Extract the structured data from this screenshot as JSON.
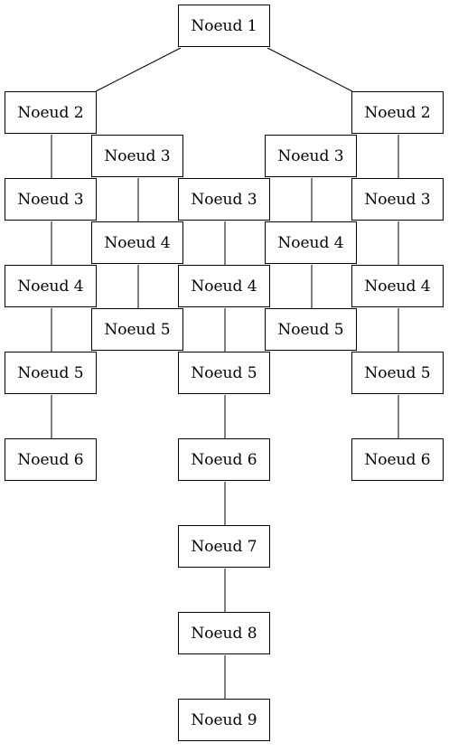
{
  "diagram": {
    "nodes": [
      {
        "id": "n1",
        "label": "Noeud 1"
      },
      {
        "id": "n2L",
        "label": "Noeud 2"
      },
      {
        "id": "n2R",
        "label": "Noeud 2"
      },
      {
        "id": "n3aL",
        "label": "Noeud 3"
      },
      {
        "id": "n3aR",
        "label": "Noeud 3"
      },
      {
        "id": "n3L",
        "label": "Noeud 3"
      },
      {
        "id": "n3C",
        "label": "Noeud 3"
      },
      {
        "id": "n3R",
        "label": "Noeud 3"
      },
      {
        "id": "n4aL",
        "label": "Noeud 4"
      },
      {
        "id": "n4aR",
        "label": "Noeud 4"
      },
      {
        "id": "n4L",
        "label": "Noeud 4"
      },
      {
        "id": "n4C",
        "label": "Noeud 4"
      },
      {
        "id": "n4R",
        "label": "Noeud 4"
      },
      {
        "id": "n5aL",
        "label": "Noeud 5"
      },
      {
        "id": "n5aR",
        "label": "Noeud 5"
      },
      {
        "id": "n5L",
        "label": "Noeud 5"
      },
      {
        "id": "n5C",
        "label": "Noeud 5"
      },
      {
        "id": "n5R",
        "label": "Noeud 5"
      },
      {
        "id": "n6L",
        "label": "Noeud 6"
      },
      {
        "id": "n6C",
        "label": "Noeud 6"
      },
      {
        "id": "n6R",
        "label": "Noeud 6"
      },
      {
        "id": "n7",
        "label": "Noeud 7"
      },
      {
        "id": "n8",
        "label": "Noeud 8"
      },
      {
        "id": "n9",
        "label": "Noeud 9"
      }
    ]
  }
}
